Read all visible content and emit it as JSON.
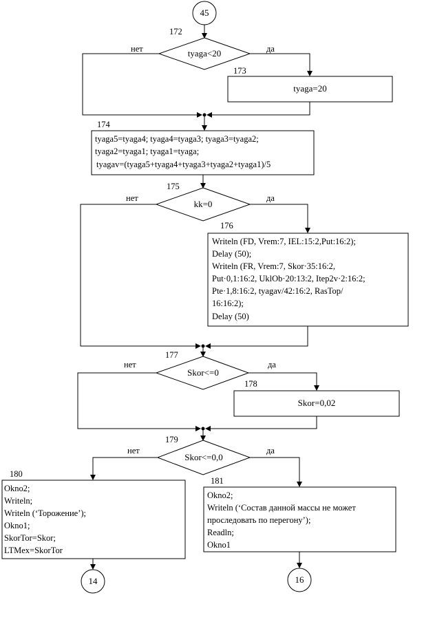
{
  "connectors": {
    "start": "45",
    "end_left": "14",
    "end_right": "16"
  },
  "labels": {
    "no": "нет",
    "yes": "да"
  },
  "blocks": {
    "b172": {
      "num": "172",
      "cond": "tyaga<20"
    },
    "b173": {
      "num": "173",
      "text": "tyaga=20"
    },
    "b174": {
      "num": "174",
      "lines": [
        "tyaga5=tyaga4; tyaga4=tyaga3; tyaga3=tyaga2;",
        "tyaga2=tyaga1; tyaga1=tyaga;",
        "tyagav=(tyaga5+tyaga4+tyaga3+tyaga2+tyaga1)/5"
      ]
    },
    "b175": {
      "num": "175",
      "cond": "kk=0"
    },
    "b176": {
      "num": "176",
      "lines": [
        "Writeln (FD, Vrem:7, IEL:15:2,Put:16:2);",
        "Delay (50);",
        "Writeln (FR, Vrem:7, Skor·35:16:2,",
        "Put·0,1:16:2, UklOb·20:13:2, Itep2v·2:16:2;",
        "Pte·1,8:16:2, tyagav/42:16:2, RasTop/",
        "16:16:2);",
        "Delay (50)"
      ]
    },
    "b177": {
      "num": "177",
      "cond": "Skor<=0"
    },
    "b178": {
      "num": "178",
      "text": "Skor=0,02"
    },
    "b179": {
      "num": "179",
      "cond": "Skor<=0,0"
    },
    "b180": {
      "num": "180",
      "lines": [
        "Okno2;",
        "Writeln;",
        "Writeln (‘Торожение’);",
        "Okno1;",
        "SkorTor=Skor;",
        "LTMex=SkorTor"
      ]
    },
    "b181": {
      "num": "181",
      "lines": [
        "Okno2;",
        "Writeln (‘Состав данной массы не может",
        "проследовать по перегону’);",
        "Readln;",
        "Okno1"
      ]
    }
  }
}
